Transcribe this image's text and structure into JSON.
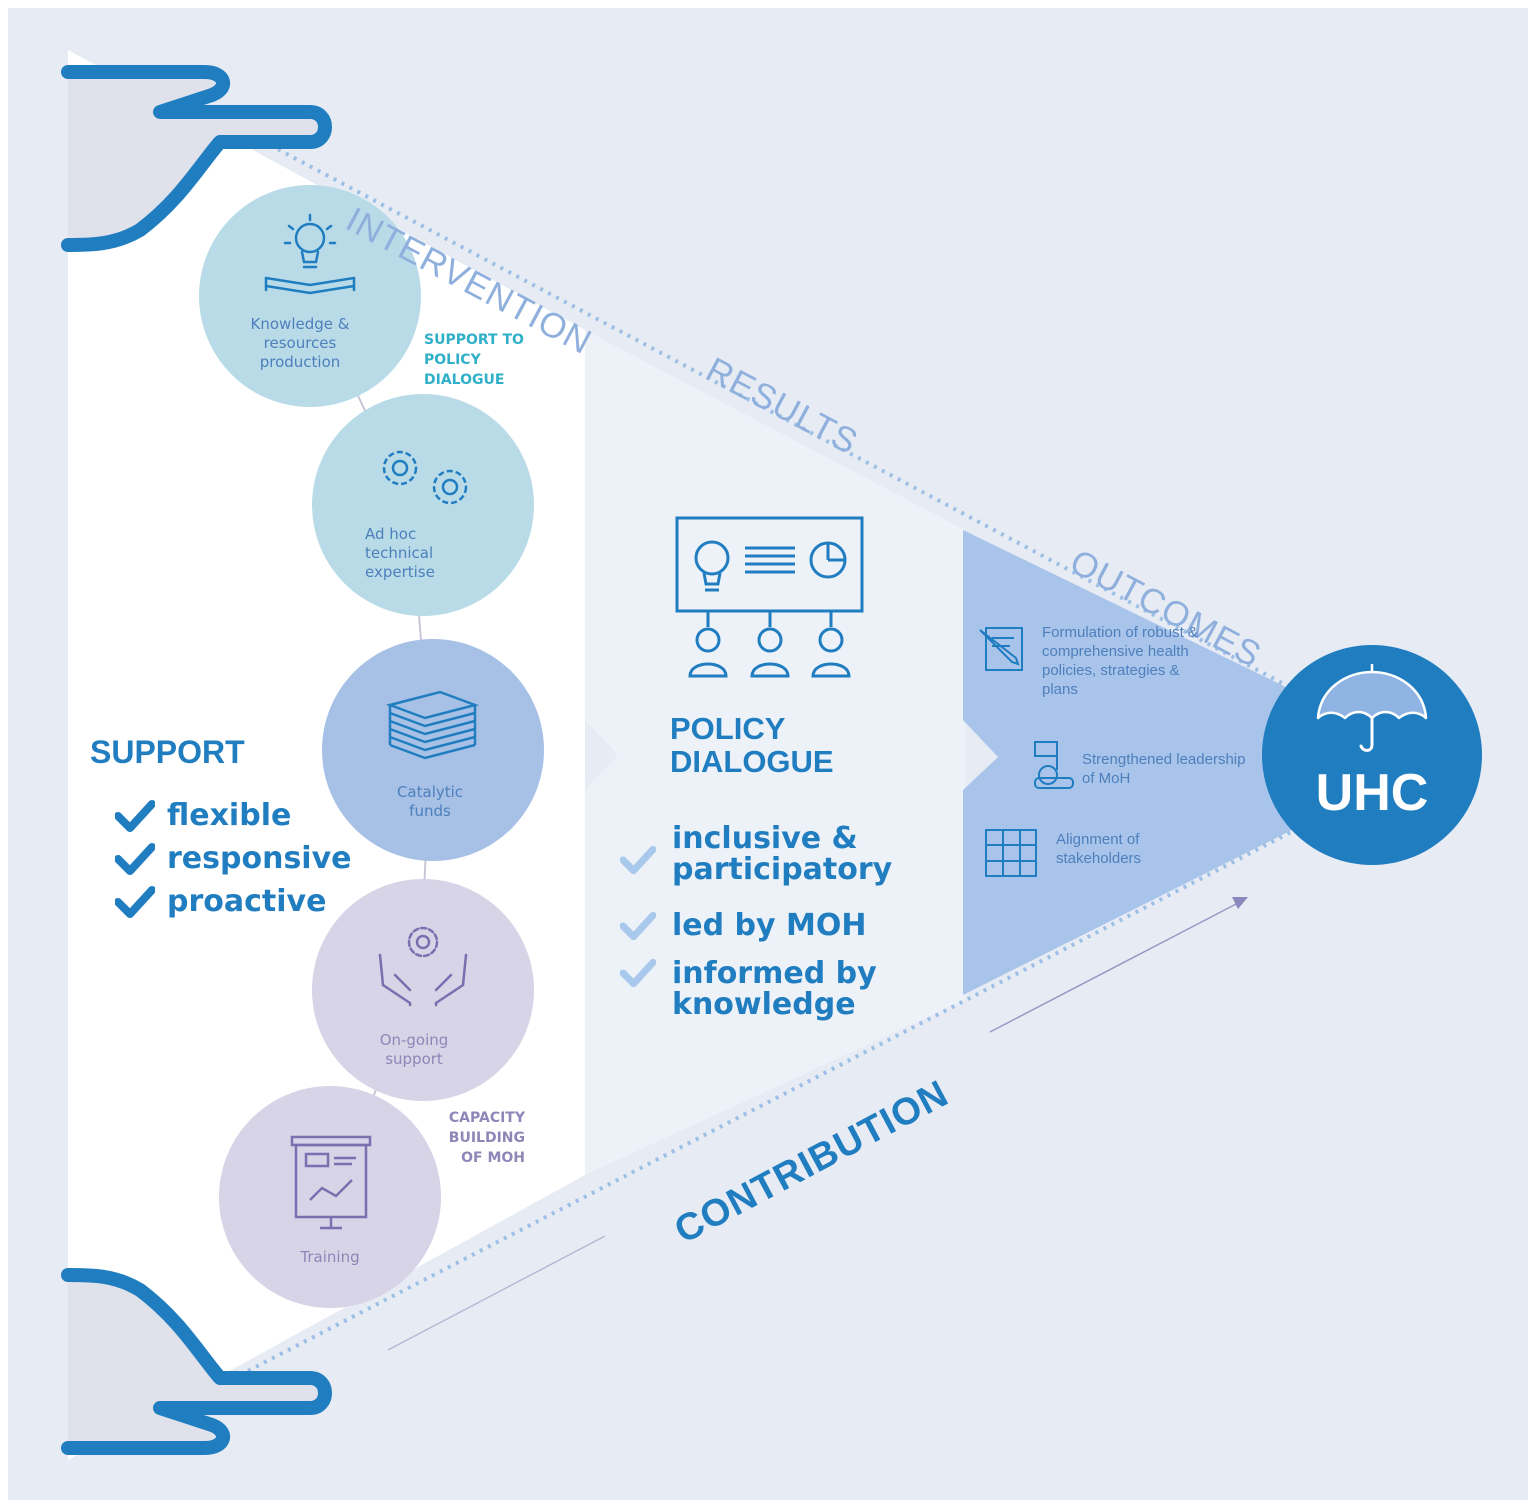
{
  "labels": {
    "intervention": "INTERVENTION",
    "results": "RESULTS",
    "outcomes": "OUTCOMES",
    "contribution": "CONTRIBUTION",
    "support_to_policy_dialogue": "SUPPORT TO POLICY DIALOGUE",
    "capacity_building": "CAPACITY BUILDING OF MOH"
  },
  "circles": [
    {
      "label": "Knowledge & resources production",
      "icon": "lightbulb-book-icon"
    },
    {
      "label": "Ad hoc technical expertise",
      "icon": "gears-icon"
    },
    {
      "label": "Catalytic funds",
      "icon": "money-stack-icon"
    },
    {
      "label": "On-going support",
      "icon": "hands-gear-icon"
    },
    {
      "label": "Training",
      "icon": "presentation-board-icon"
    }
  ],
  "support": {
    "title": "SUPPORT",
    "items": [
      "flexible",
      "responsive",
      "proactive"
    ]
  },
  "policy_dialogue": {
    "title": "POLICY DIALOGUE",
    "icon": "meeting-presentation-icon",
    "items": [
      "inclusive & participatory",
      "led by MOH",
      "informed by knowledge"
    ]
  },
  "outcomes": [
    {
      "label": "Formulation of robust & comprehensive health policies, strategies & plans",
      "icon": "document-pen-icon"
    },
    {
      "label": "Strengthened leadership of MoH",
      "icon": "leadership-icon"
    },
    {
      "label": "Alignment of stakeholders",
      "icon": "stakeholders-grid-icon"
    }
  ],
  "uhc": {
    "label": "UHC",
    "icon": "umbrella-icon"
  },
  "colors": {
    "background": "#e6ebf4",
    "primary_blue": "#1f7dc0",
    "light_blue_circle": "#b9dbe8",
    "mid_blue_circle": "#a6c0e6",
    "lavender_circle": "#d6d4e6",
    "outcomes_triangle": "#a9c4ea",
    "check_light": "#a8c8ec",
    "capacity_text": "#8f86b8",
    "support_text": "#2fb0c8"
  }
}
